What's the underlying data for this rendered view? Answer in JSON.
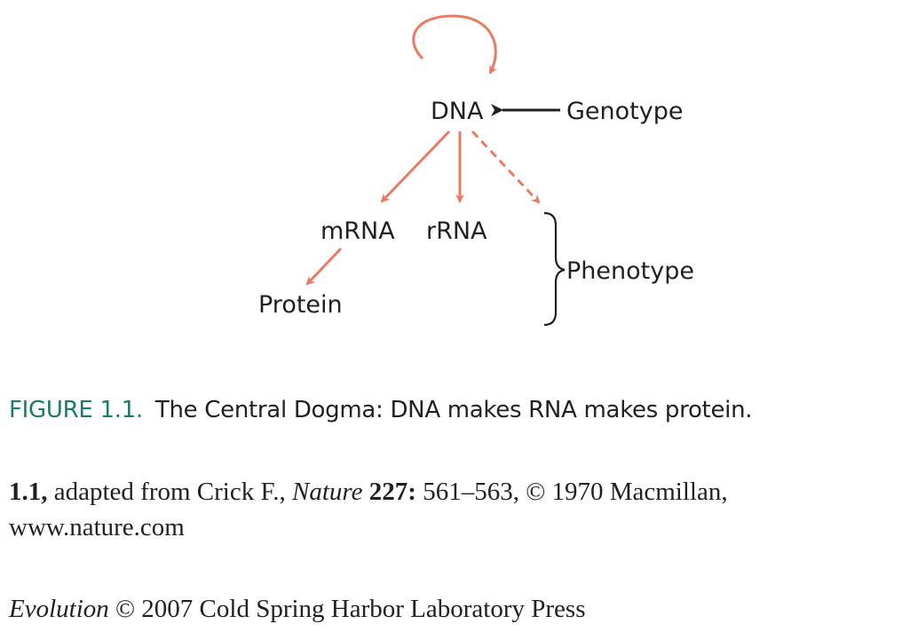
{
  "diagram": {
    "nodes": {
      "dna": "DNA",
      "genotype": "Genotype",
      "mrna": "mRNA",
      "rrna": "rRNA",
      "protein": "Protein",
      "phenotype": "Phenotype"
    },
    "colors": {
      "flow_arrow": "#ec7a62",
      "genotype_arrow": "#231f20",
      "text": "#231f20"
    }
  },
  "caption": {
    "figure_label": "FIGURE 1.1.",
    "text": "The Central Dogma: DNA makes RNA makes protein.",
    "label_color": "#1a7a6e"
  },
  "credit": {
    "fig_ref": "1.1,",
    "text_part1": " adapted from Crick F., ",
    "journal": "Nature",
    "volume": " 227:",
    "text_part2": " 561–563, © 1970 Macmillan,",
    "url": "www.nature.com"
  },
  "copyright": {
    "book_title": "Evolution",
    "text": " © 2007 Cold Spring Harbor Laboratory Press"
  }
}
